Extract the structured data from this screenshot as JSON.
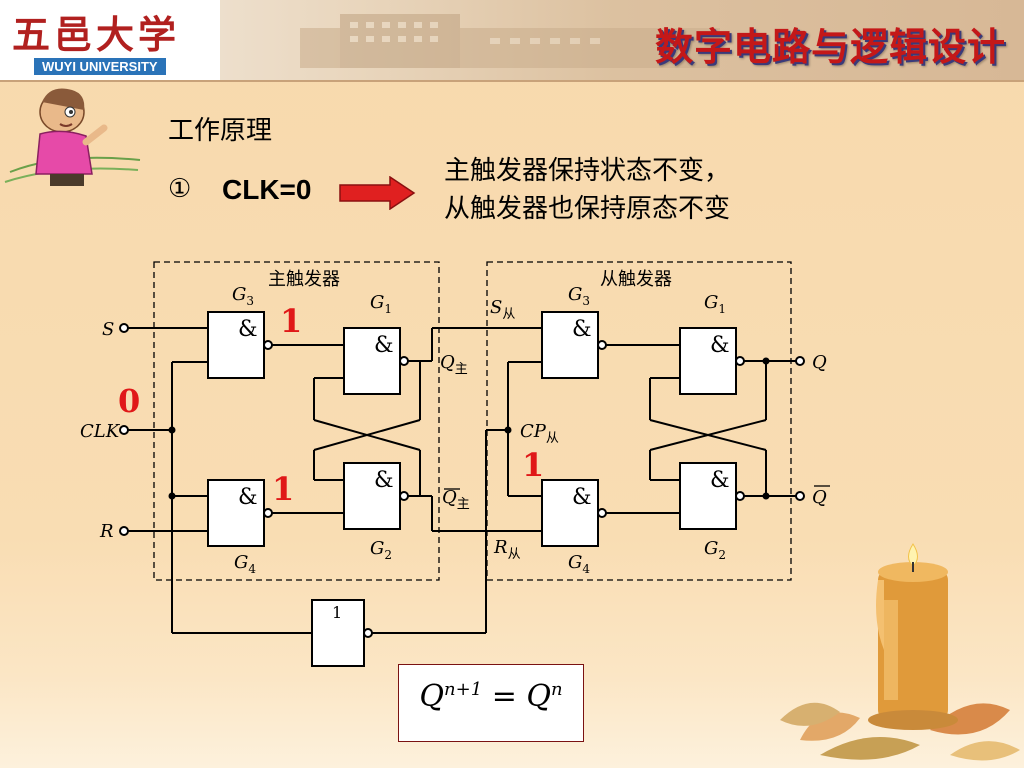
{
  "header": {
    "logo_cn": "五邑大学",
    "logo_en": "WUYI UNIVERSITY",
    "course_title": "数字电路与逻辑设计"
  },
  "content": {
    "section_title": "工作原理",
    "step_marker": "①",
    "condition": "CLK=0",
    "result_line1": "主触发器保持状态不变，",
    "result_line2": "从触发器也保持原态不变"
  },
  "diagram": {
    "master_label": "主触发器",
    "slave_label": "从触发器",
    "gate_symbol_and": "&",
    "gate_symbol_not": "1",
    "labels": {
      "S": "S",
      "CLK": "CLK",
      "R": "R",
      "G": "G",
      "sub_1": "1",
      "sub_2": "2",
      "sub_3": "3",
      "sub_4": "4",
      "Q_zhu": "Q",
      "zhu": "主",
      "S_cong": "S",
      "cong": "从",
      "CP_cong": "CP",
      "R_cong": "R",
      "Q": "Q",
      "Qbar": "Q"
    },
    "values": {
      "clk_value": "0",
      "g3_master_out": "1",
      "g4_master_out": "1",
      "cp_slave": "1"
    },
    "colors": {
      "line": "#000000",
      "value": "#e01818",
      "dash": "#333333"
    }
  },
  "formula": {
    "Q": "Q",
    "sup_left": "n+1",
    "eq": " = ",
    "sup_right": "n"
  }
}
